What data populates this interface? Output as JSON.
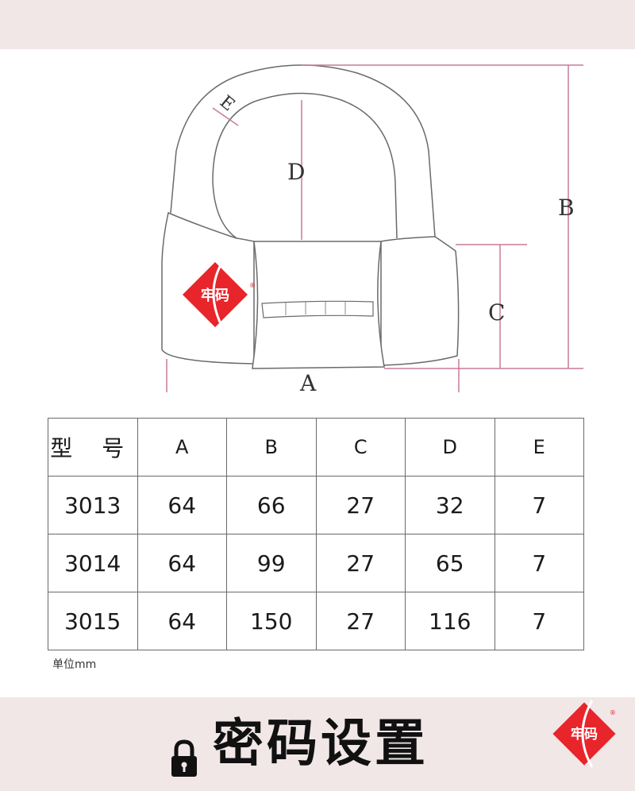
{
  "brand": {
    "logo_text": "牢码",
    "logo_mark": "®",
    "logo_color": "#e8252b"
  },
  "diagram": {
    "labels": {
      "a": "A",
      "b": "B",
      "c": "C",
      "d": "D",
      "e": "E"
    },
    "dimension_line_color": "#c87a9a"
  },
  "table": {
    "headers": [
      "型 号",
      "A",
      "B",
      "C",
      "D",
      "E"
    ],
    "rows": [
      [
        "3013",
        "64",
        "66",
        "27",
        "32",
        "7"
      ],
      [
        "3014",
        "64",
        "99",
        "27",
        "65",
        "7"
      ],
      [
        "3015",
        "64",
        "150",
        "27",
        "116",
        "7"
      ]
    ]
  },
  "unit_note": "单位mm",
  "footer": {
    "title": "密码设置",
    "icon": "padlock-icon"
  }
}
